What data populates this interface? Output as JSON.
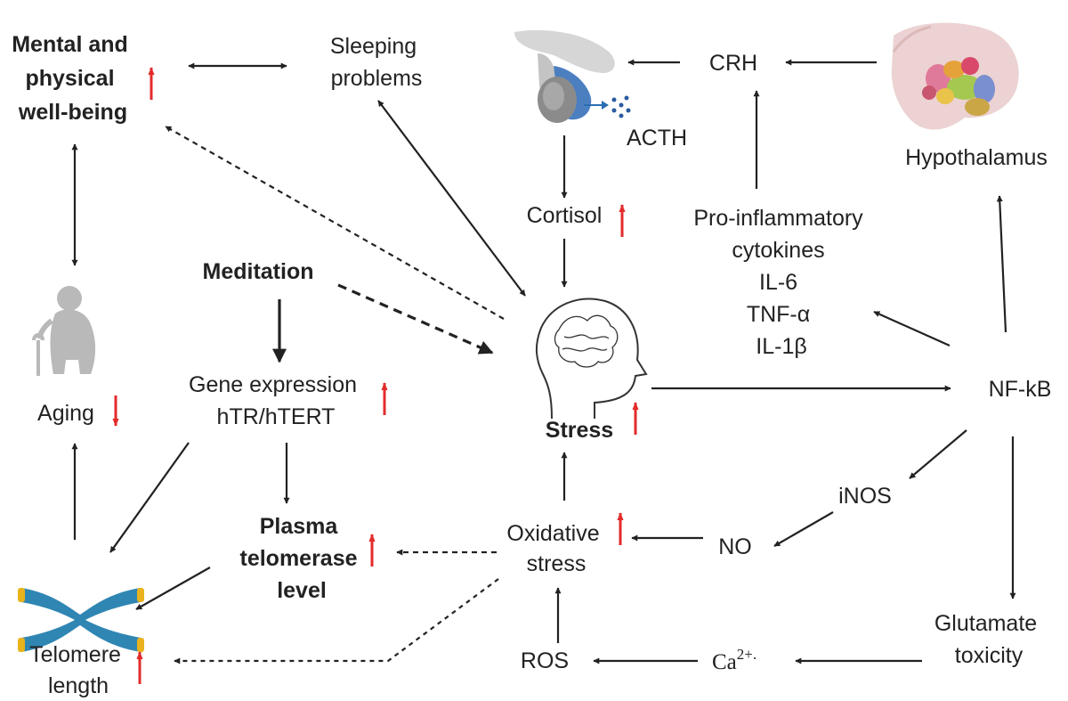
{
  "nodes": {
    "wellbeing": [
      "Mental and",
      "physical",
      "well-being"
    ],
    "sleeping": [
      "Sleeping",
      "problems"
    ],
    "acth": "ACTH",
    "crh": "CRH",
    "hypothalamus": "Hypothalamus",
    "cortisol": "Cortisol",
    "cytokines": [
      "Pro-inflammatory",
      "cytokines",
      "IL-6",
      "TNF-α",
      "IL-1β"
    ],
    "meditation": "Meditation",
    "gene_expression": [
      "Gene expression",
      "hTR/hTERT"
    ],
    "aging": "Aging",
    "stress": "Stress",
    "nfkb": "NF-kB",
    "inos": "iNOS",
    "no": "NO",
    "oxidative": [
      "Oxidative",
      "stress"
    ],
    "plasma": [
      "Plasma",
      "telomerase",
      "level"
    ],
    "telomere": [
      "Telomere",
      "length"
    ],
    "ros": "ROS",
    "calcium": {
      "base": "Ca",
      "sup": "2+."
    },
    "glutamate": [
      "Glutamate",
      "toxicity"
    ]
  },
  "colors": {
    "arrow": "#222222",
    "indicator": "#e32b2b",
    "chromosome": "#2f86b3",
    "telomere_cap": "#e9b31c",
    "silhouette": "#b9b9b9"
  }
}
